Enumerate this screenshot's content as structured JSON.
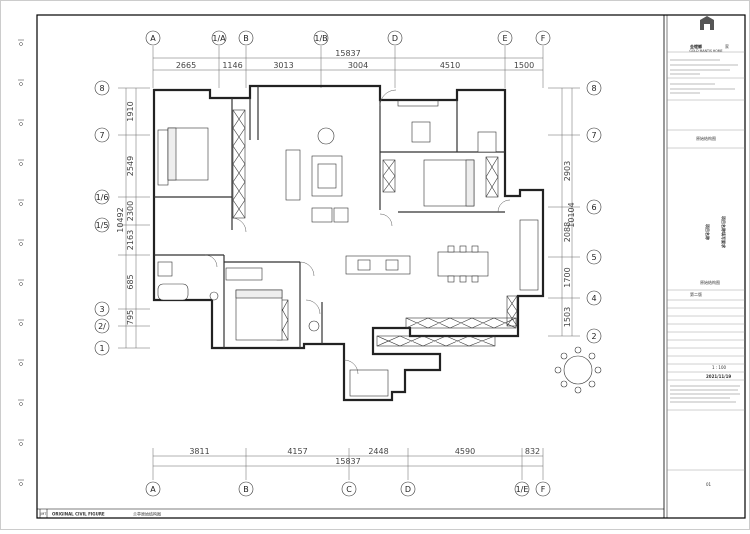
{
  "drawing": {
    "top_dims": [
      "2665",
      "1146",
      "3013",
      "3004",
      "4510",
      "1500"
    ],
    "top_total": "15837",
    "bottom_dims": [
      "3811",
      "4157",
      "2448",
      "4590",
      "832"
    ],
    "bottom_total": "15837",
    "left_dims": [
      "1910",
      "2549",
      "2300",
      "2163",
      "685",
      "795"
    ],
    "left_total": "10492",
    "right_dims": [
      "2903",
      "2088",
      "1700",
      "1503"
    ],
    "right_total": "10104",
    "top_axes": [
      "A",
      "1/A",
      "B",
      "1/B",
      "D",
      "E",
      "F"
    ],
    "bottom_axes": [
      "A",
      "B",
      "C",
      "D",
      "1/E",
      "F"
    ],
    "left_axes": [
      "8",
      "7",
      "1/6",
      "1/5",
      "3",
      "2/",
      "1"
    ],
    "right_axes": [
      "8",
      "7",
      "6",
      "5",
      "4",
      "2"
    ]
  },
  "footer": {
    "left_code": "JMT",
    "title": "ORIGINAL CIVIL FIGURE",
    "title_cn": "兰亭原始结构图"
  },
  "title_block": {
    "brand": "金螳螂",
    "brand_suffix": "家",
    "brand_sub": "GOLD MANTIS HOME",
    "project_cn": "项目名称",
    "project_cn2": "项目名称填写要求",
    "drawing_title": "原始结构图",
    "scale": "1 : 100",
    "date": "2021/11/19",
    "sheet_no": "01",
    "revision": "第二版"
  }
}
